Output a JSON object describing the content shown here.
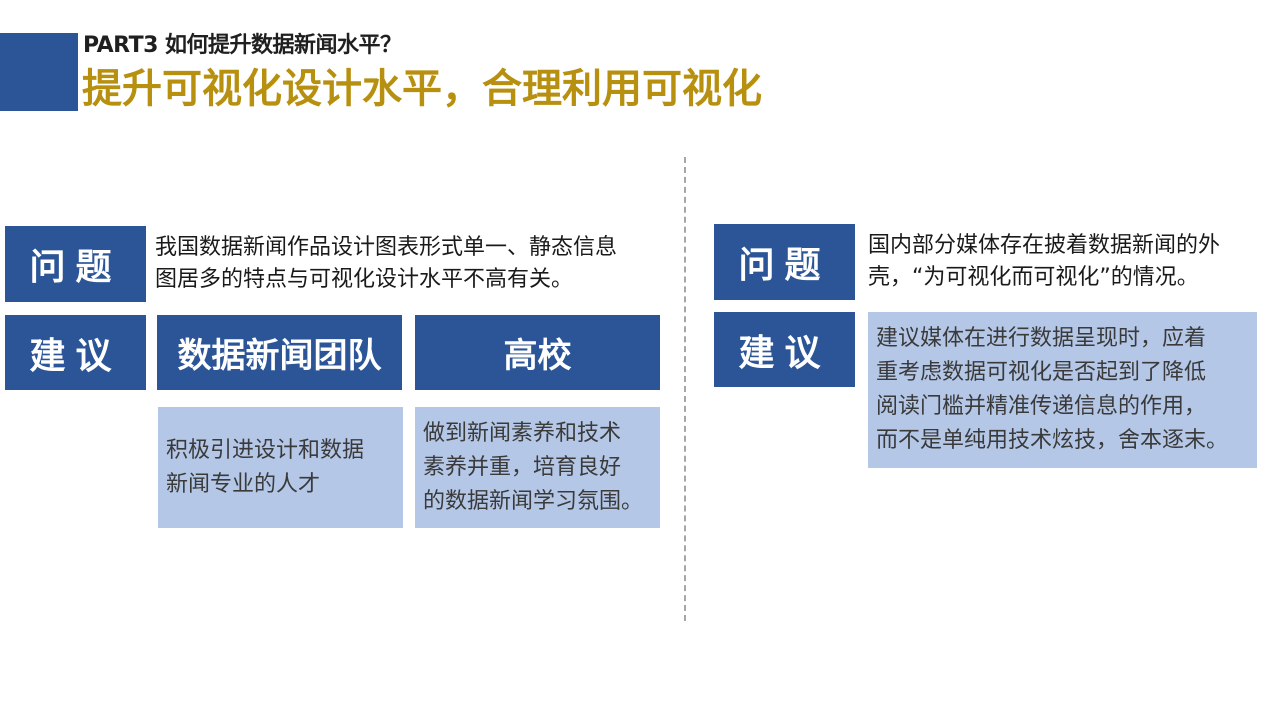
{
  "header": {
    "subtitle": "PART3 如何提升数据新闻水平？",
    "title": "提升可视化设计水平，合理利用可视化"
  },
  "colors": {
    "primary_blue": "#2B5597",
    "light_blue": "#B4C7E7",
    "title_gold": "#B8900F",
    "divider_gray": "#A6A6A6"
  },
  "left_panel": {
    "problem_label": "问题",
    "problem_text_line1": "我国数据新闻作品设计图表形式单一、静态信息",
    "problem_text_line2": "图居多的特点与可视化设计水平不高有关。",
    "suggestion_label": "建议",
    "columns": [
      {
        "heading": "数据新闻团队",
        "lines": [
          "积极引进设计和数据",
          "新闻专业的人才"
        ]
      },
      {
        "heading": "高校",
        "lines": [
          "做到新闻素养和技术",
          "素养并重，培育良好",
          "的数据新闻学习氛围。"
        ]
      }
    ]
  },
  "right_panel": {
    "problem_label": "问题",
    "problem_text_line1": "国内部分媒体存在披着数据新闻的外",
    "problem_text_line2": "壳，“为可视化而可视化”的情况。",
    "suggestion_label": "建议",
    "suggestion_lines": [
      "建议媒体在进行数据呈现时，应着",
      "重考虑数据可视化是否起到了降低",
      "阅读门槛并精准传递信息的作用，",
      "而不是单纯用技术炫技，舍本逐末。"
    ]
  }
}
